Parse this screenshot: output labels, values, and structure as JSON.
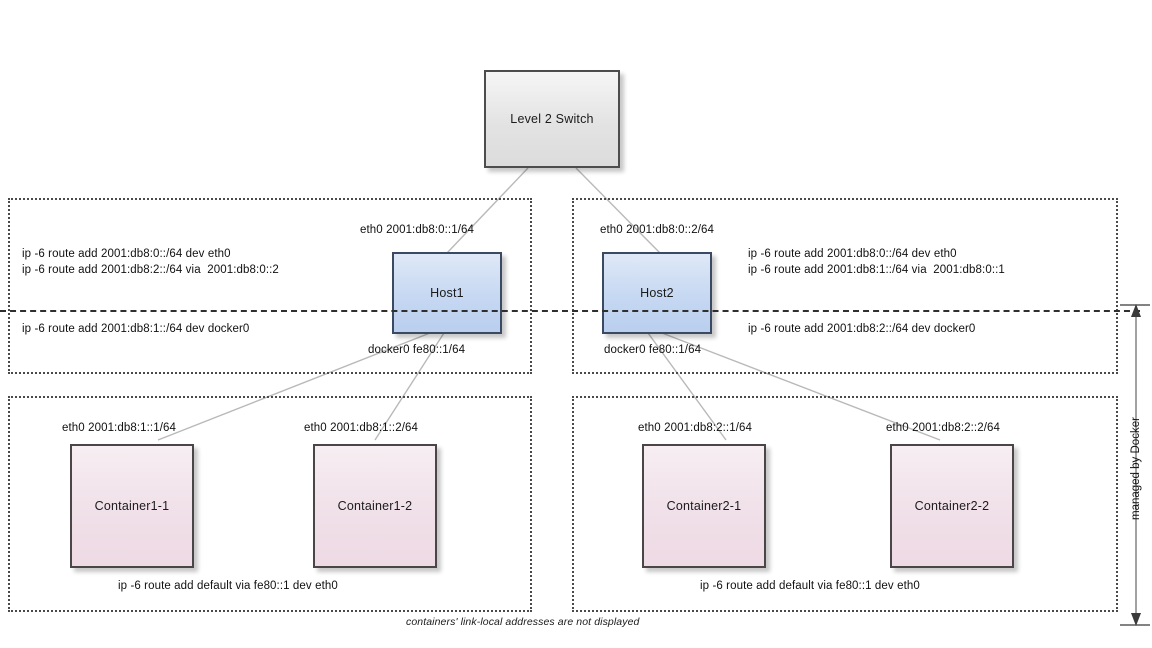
{
  "diagram": {
    "caption": "containers' link-local addresses are not displayed",
    "bracket_label": "managed by Docker",
    "switch": {
      "label": "Level 2 Switch"
    },
    "hosts": [
      {
        "name": "Host1",
        "eth0_label": "eth0 2001:db8:0::1/64",
        "docker0_label": "docker0 fe80::1/64",
        "host_routes": "ip -6 route add 2001:db8:0::/64 dev eth0\nip -6 route add 2001:db8:2::/64 via  2001:db8:0::2",
        "docker_routes": "ip -6 route add 2001:db8:1::/64 dev docker0"
      },
      {
        "name": "Host2",
        "eth0_label": "eth0 2001:db8:0::2/64",
        "docker0_label": "docker0 fe80::1/64",
        "host_routes": "ip -6 route add 2001:db8:0::/64 dev eth0\nip -6 route add 2001:db8:1::/64 via  2001:db8:0::1",
        "docker_routes": "ip -6 route add 2001:db8:2::/64 dev docker0"
      }
    ],
    "container_groups": [
      {
        "default_route": "ip -6 route add default via fe80::1 dev eth0",
        "containers": [
          {
            "name": "Container1-1",
            "eth0_label": "eth0 2001:db8:1::1/64"
          },
          {
            "name": "Container1-2",
            "eth0_label": "eth0 2001:db8:1::2/64"
          }
        ]
      },
      {
        "default_route": "ip -6 route add default via fe80::1 dev eth0",
        "containers": [
          {
            "name": "Container2-1",
            "eth0_label": "eth0 2001:db8:2::1/64"
          },
          {
            "name": "Container2-2",
            "eth0_label": "eth0 2001:db8:2::2/64"
          }
        ]
      }
    ],
    "colors": {
      "switch_fill": "#e9e9e9",
      "host_fill": "#c6d8f2",
      "host_border": "#3a4a63",
      "container_fill": "#f0dfe8",
      "container_border": "#4a4547",
      "wire": "#b9b9b9",
      "region_border": "#4a4a4a"
    }
  }
}
